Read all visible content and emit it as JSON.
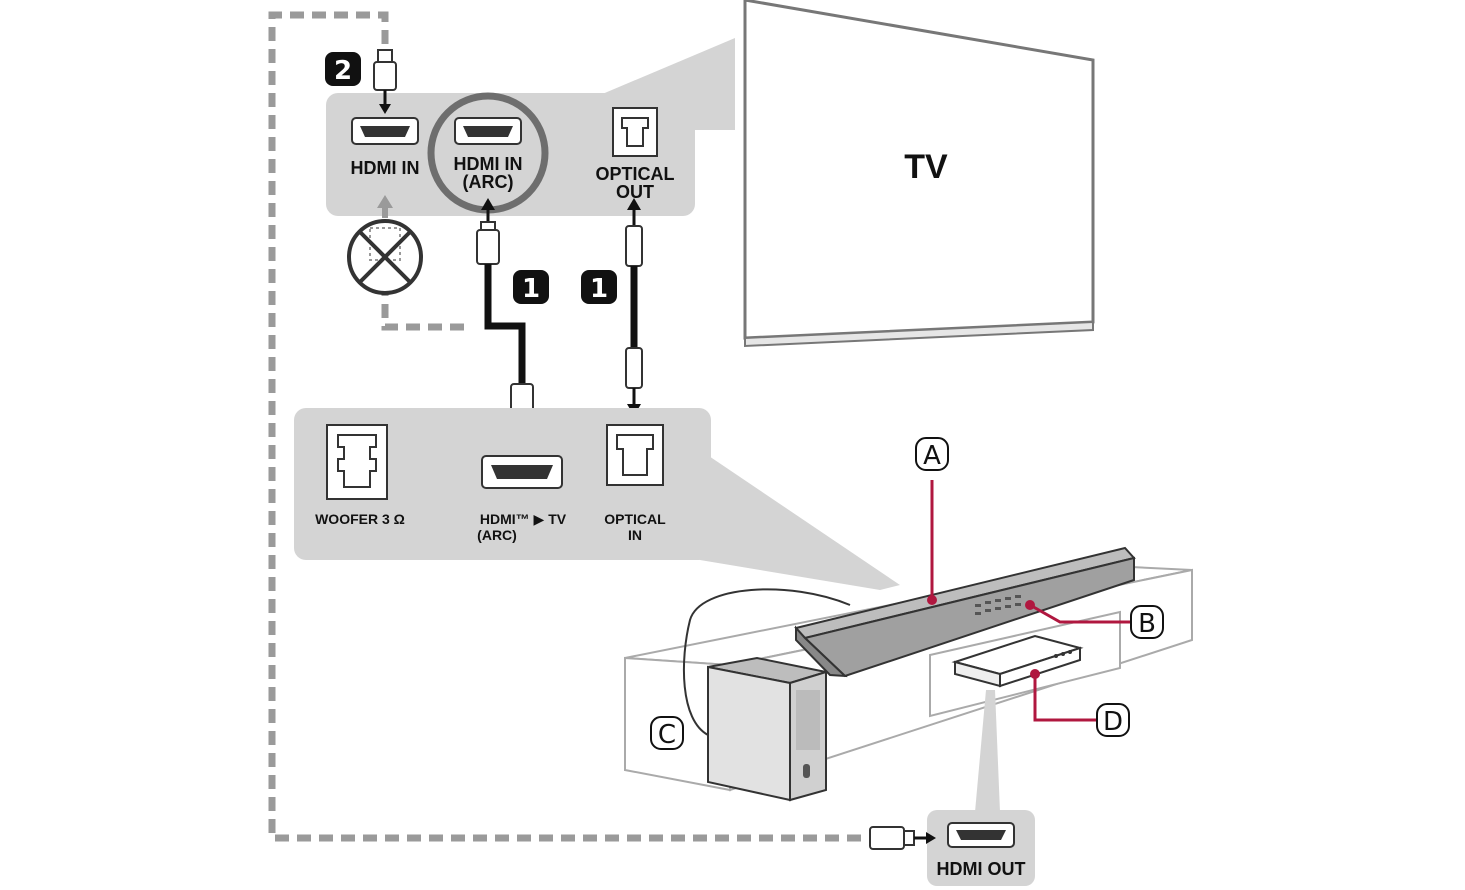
{
  "tv": {
    "label": "TV"
  },
  "tv_panel": {
    "hdmi_in": "HDMI IN",
    "hdmi_in_arc_line1": "HDMI IN",
    "hdmi_in_arc_line2": "(ARC)",
    "optical_out_line1": "OPTICAL",
    "optical_out_line2": "OUT"
  },
  "soundbar_panel": {
    "woofer": "WOOFER 3 Ω",
    "hdmi_tv_line1": "HDMI™ ▶ TV",
    "hdmi_tv_line2": "(ARC)",
    "optical_in_line1": "OPTICAL",
    "optical_in_line2": "IN"
  },
  "source_panel": {
    "hdmi_out": "HDMI OUT"
  },
  "steps": {
    "step1": "1",
    "step2": "2"
  },
  "callouts": {
    "a": "A",
    "b": "B",
    "c": "C",
    "d": "D"
  },
  "colors": {
    "callout_line": "#b0173f",
    "panel": "#d4d4d4",
    "dashed": "#9a9a9a"
  }
}
